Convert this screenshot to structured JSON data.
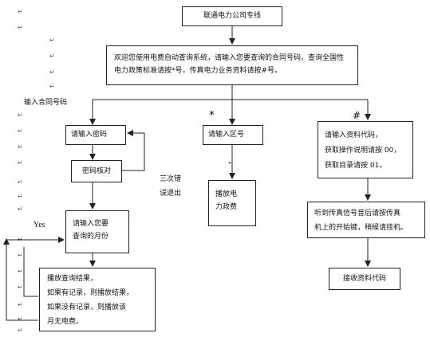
{
  "nodes": {
    "hotline": "联通电力公司专线",
    "welcome": [
      "欢迎您使用电费自动查询系统，请输入您要查询的合同号码，查询全国性",
      "电力政策标准请按*号，传真电力业务资料请按#号。"
    ],
    "enter_password": "请输入密码",
    "verify_password": "密码核对",
    "enter_month": [
      "请输入您要",
      "查询的月份"
    ],
    "play_result": [
      "播放查询结果，",
      "如果有记录，则播放结果，",
      "如果没有记录，则播放该",
      "月无电费。"
    ],
    "enter_area": "请输入区号",
    "play_tariff": [
      "播放电",
      "力政费"
    ],
    "enter_doc_code": [
      "请输入资料代码，",
      "获取操作说明请按 00，",
      "获取目录请按 01。"
    ],
    "fax_start": [
      "听到传真信号音后请按传真",
      "机上的开始键，稍候请挂机。"
    ],
    "receive_doc": "接收资料代码"
  },
  "labels": {
    "enter_contract": "输入合同号码",
    "star": "*",
    "hash": "#",
    "three_errors": [
      "三次错",
      "误退出"
    ],
    "yes": "Yes"
  },
  "colors": {
    "line": "#222222",
    "mark": "#555555"
  }
}
